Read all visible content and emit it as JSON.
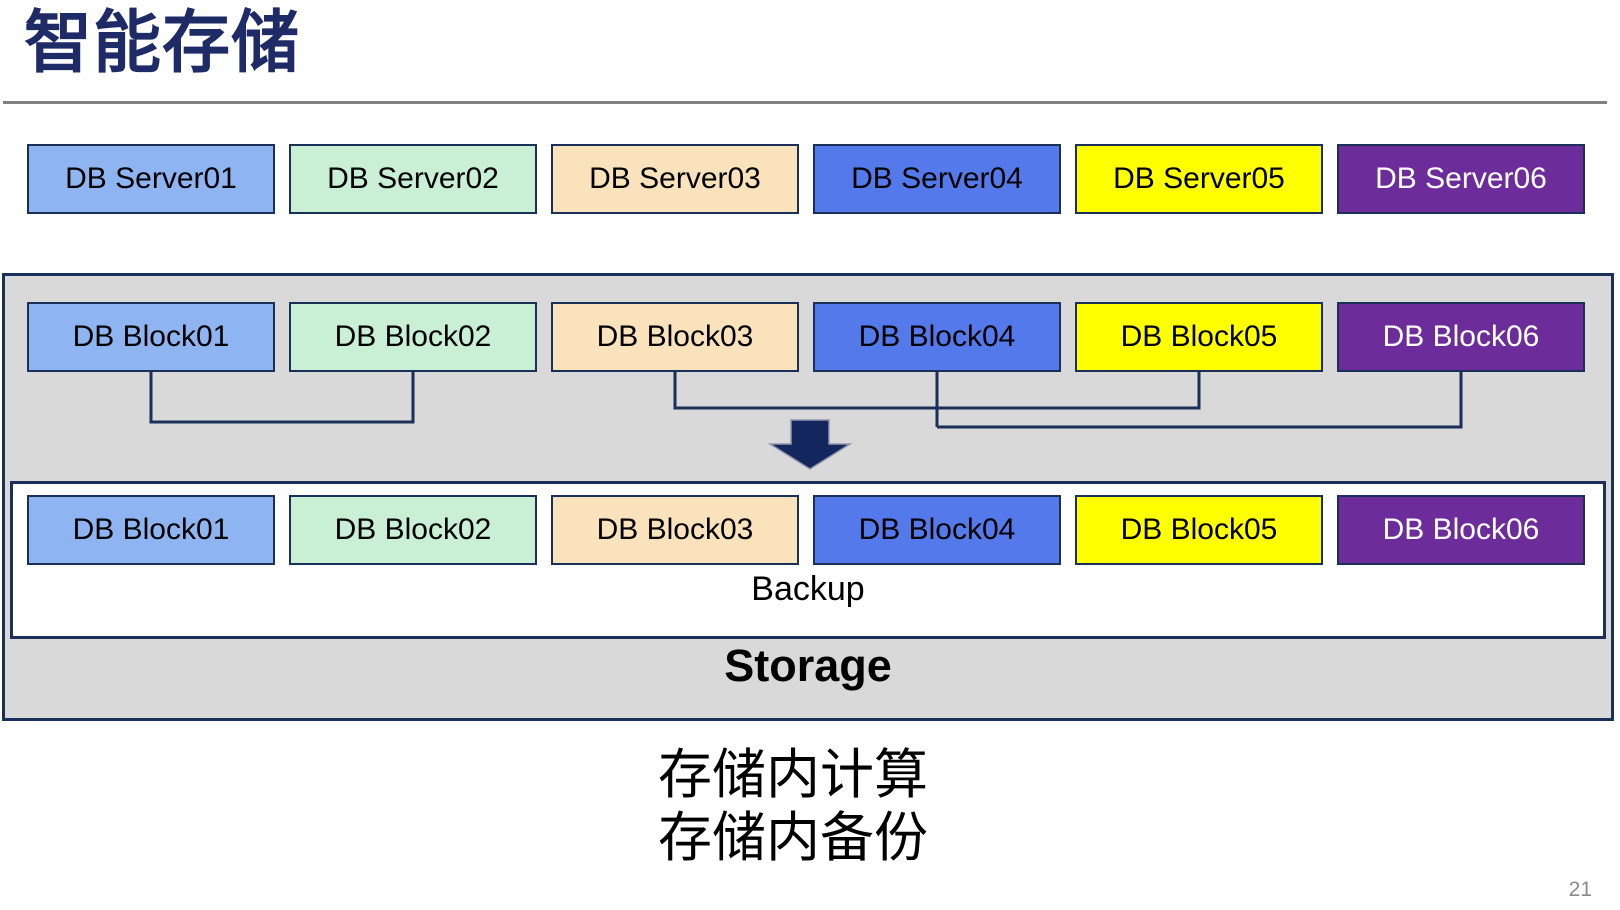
{
  "title": "智能存储",
  "page_number": "21",
  "captions": {
    "line1": "存储内计算",
    "line2": "存储内备份"
  },
  "backup_label": "Backup",
  "storage_label": "Storage",
  "palette": [
    {
      "fill": "#8FB4F2",
      "text": "#000000"
    },
    {
      "fill": "#C9F0D4",
      "text": "#000000"
    },
    {
      "fill": "#FAE3BC",
      "text": "#000000"
    },
    {
      "fill": "#5379EA",
      "text": "#000000"
    },
    {
      "fill": "#FFFF00",
      "text": "#000000"
    },
    {
      "fill": "#6C2D9B",
      "text": "#FFFFFF"
    }
  ],
  "servers": [
    "DB Server01",
    "DB Server02",
    "DB Server03",
    "DB Server04",
    "DB Server05",
    "DB Server06"
  ],
  "blocks_top": [
    "DB Block01",
    "DB Block02",
    "DB Block03",
    "DB Block04",
    "DB Block05",
    "DB Block06"
  ],
  "blocks_bottom": [
    "DB Block01",
    "DB Block02",
    "DB Block03",
    "DB Block04",
    "DB Block05",
    "DB Block06"
  ],
  "colors": {
    "title_navy": "#1F2B66",
    "border_navy": "#1B3059",
    "container_gray": "#D9D9D9",
    "arrow_navy": "#13265E",
    "rule_gray": "#808080"
  }
}
